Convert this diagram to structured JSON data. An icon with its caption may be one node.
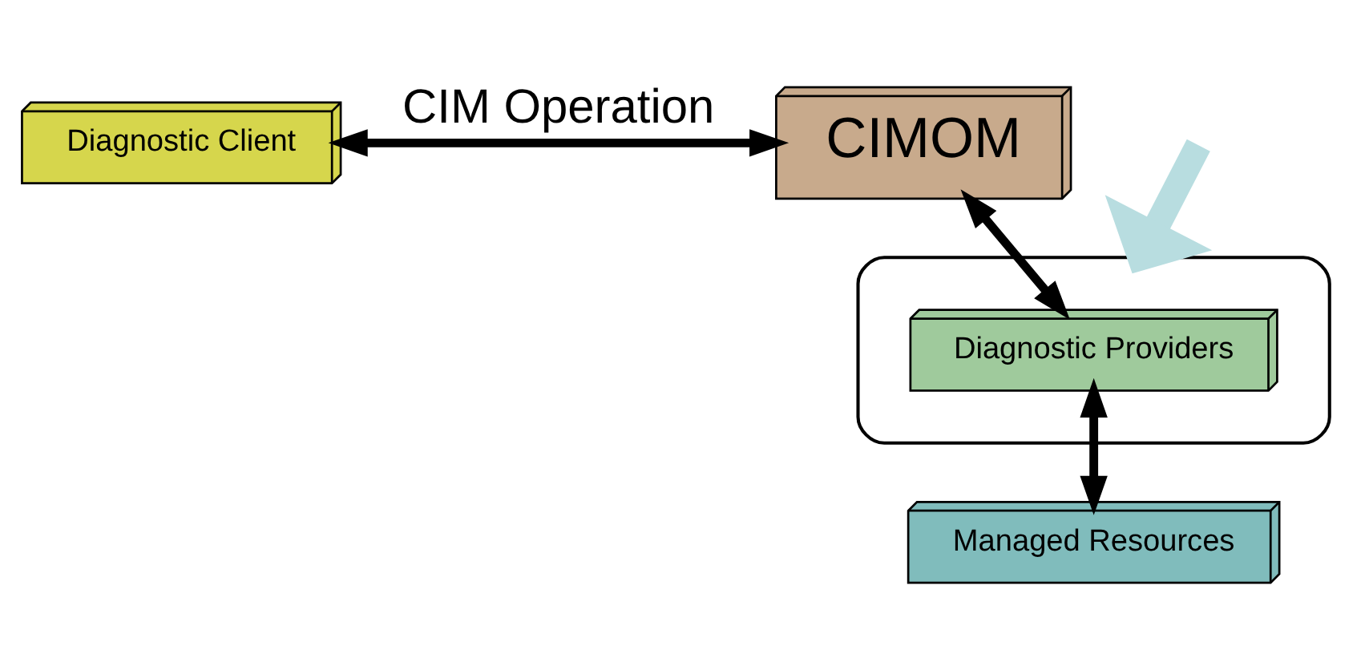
{
  "diagram": {
    "nodes": [
      {
        "text": [
          "Diagnostic Client"
        ]
      },
      {
        "text": [
          "CIMOM"
        ]
      },
      {
        "text": [],
        "shape": "ellipse"
      },
      {
        "text": [
          "Diagnostic Providers"
        ],
        "in": 2
      },
      {
        "text": [
          "Managed Resources"
        ]
      }
    ],
    "edges": [
      {
        "from": 0,
        "to": 1,
        "arrow": "both",
        "label": "CIM Operation"
      },
      {
        "from": 1,
        "to": 3,
        "arrow": "both"
      },
      {
        "from": 3,
        "to": 4,
        "arrow": "both"
      },
      {
        "from": null,
        "to": 2,
        "arrow": "to",
        "style": "thick",
        "color": "#b8dde0"
      }
    ]
  }
}
